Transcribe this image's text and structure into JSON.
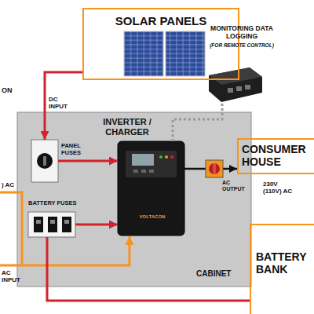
{
  "diagram": {
    "nodes": [
      {
        "text": [
          "SOLAR PANELS"
        ]
      },
      {
        "text": [
          "MONITORING DATA LOGGING",
          "(FOR REMOTE CONTROL)"
        ]
      },
      {
        "text": [
          "CABINET"
        ]
      },
      {
        "text": [
          "INVERTER / CHARGER",
          "VOLTACON"
        ],
        "in": 2
      },
      {
        "text": [
          "PANEL FUSES"
        ],
        "in": 2
      },
      {
        "text": [
          "BATTERY FUSES"
        ],
        "in": 2
      },
      {
        "text": [
          "CONSUMER HOUSE"
        ]
      },
      {
        "text": [
          "BATTERY BANK"
        ]
      }
    ],
    "edges": [
      {
        "from": 0,
        "to": 4,
        "label": "DC INPUT",
        "arrow": "to"
      },
      {
        "from": 4,
        "to": 3,
        "arrow": "to"
      },
      {
        "from": 5,
        "to": 3,
        "arrow": "to"
      },
      {
        "from": 5,
        "to": 7,
        "arrow": "none"
      },
      {
        "from": 3,
        "to": 6,
        "arrow": "to"
      },
      {
        "from": 1,
        "to": 3,
        "arrow": "none"
      }
    ],
    "labels": [
      "ON",
      ") AC",
      "AC INPUT",
      "AC OUTPUT",
      "230V (110V) AC"
    ]
  }
}
